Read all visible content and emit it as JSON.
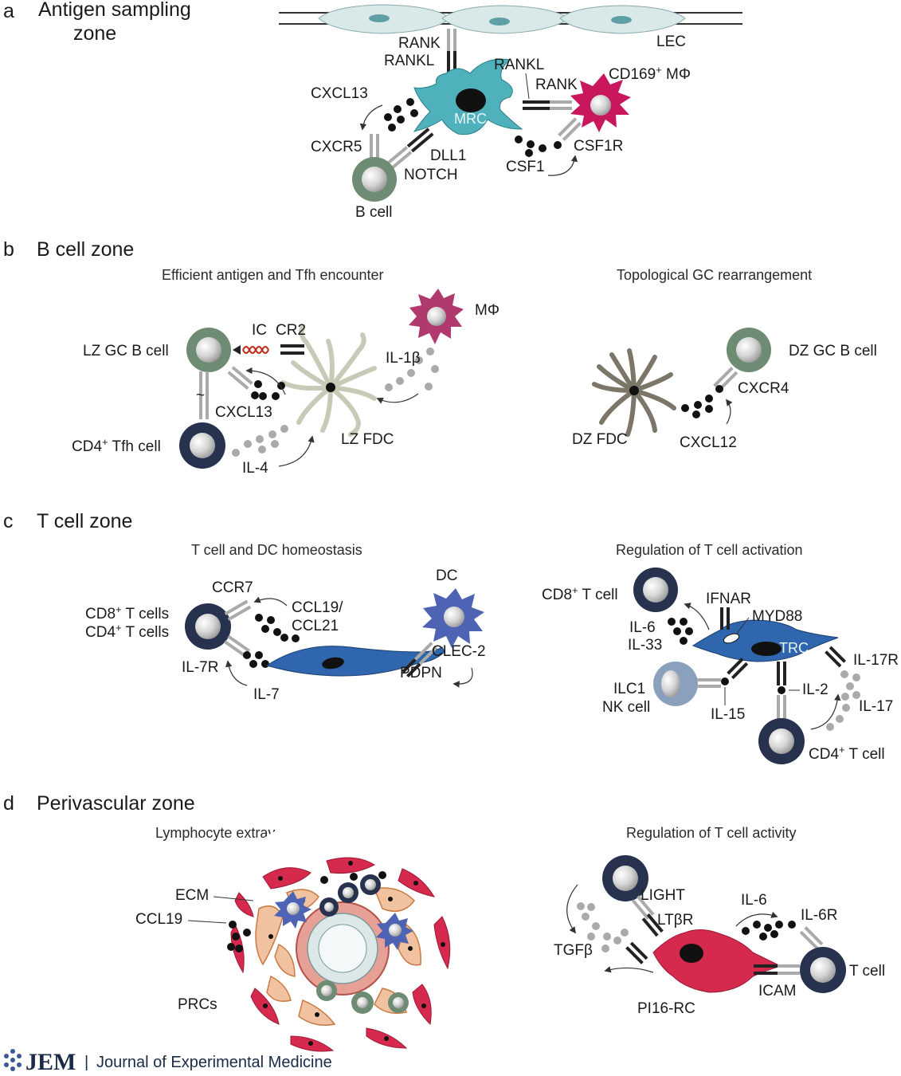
{
  "panels": {
    "a": {
      "letter": "a",
      "title": "Antigen sampling",
      "title2": "zone"
    },
    "b": {
      "letter": "b",
      "title": "B cell zone",
      "left_sub": "Efficient antigen and Tfh encounter",
      "right_sub": "Topological GC rearrangement"
    },
    "c": {
      "letter": "c",
      "title": "T cell zone",
      "left_sub": "T cell and DC homeostasis",
      "right_sub": "Regulation of T cell activation"
    },
    "d": {
      "letter": "d",
      "title": "Perivascular zone",
      "left_sub": "Lymphocyte extravasation into SLOs",
      "right_sub": "Regulation of T cell activity"
    }
  },
  "a_labels": {
    "rank": "RANK",
    "rankl": "RANKL",
    "lec": "LEC",
    "rankl2": "RANKL",
    "rank2": "RANK",
    "cd169": "CD169",
    "plus": "+",
    "mphi": " MΦ",
    "cxcl13": "CXCL13",
    "mrc": "MRC",
    "cxcr5": "CXCR5",
    "dll1": "DLL1",
    "notch": "NOTCH",
    "csf1": "CSF1",
    "csf1r": "CSF1R",
    "bcell": "B cell"
  },
  "b_labels": {
    "mphi": "MΦ",
    "ic": "IC",
    "cr2": "CR2",
    "lzgc": "LZ GC B cell",
    "il1b": "IL-1β",
    "cxcl13": "CXCL13",
    "cd4": "CD4",
    "plus": "+",
    "tfh": " Tfh cell",
    "lzfdc": "LZ FDC",
    "il4": "IL-4",
    "tilde": "~",
    "dzgc": "DZ GC B cell",
    "cxcr4": "CXCR4",
    "dzfdc": "DZ FDC",
    "cxcl12": "CXCL12"
  },
  "c_labels": {
    "ccr7": "CCR7",
    "dc": "DC",
    "cd8": "CD8",
    "plus": "+",
    "tcells1": " T cells",
    "cd4": "CD4",
    "tcells2": " T cells",
    "ccl19": "CCL19/",
    "ccl21": "CCL21",
    "il7r": "IL-7R",
    "il7": "IL-7",
    "clec2": "CLEC-2",
    "pdpn": "PDPN",
    "cd8r": "CD8",
    "tcellr": " T cell",
    "ifnar": "IFNAR",
    "myd88": "MYD88",
    "il6": "IL-6",
    "il33": "IL-33",
    "trc": "TRC",
    "il17r": "IL-17R",
    "ilc1": "ILC1",
    "nk": "NK cell",
    "il15": "IL-15",
    "il2": "IL-2",
    "il17": "IL-17",
    "cd4r": "CD4",
    "tcell4": " T cell"
  },
  "d_labels": {
    "ecm": "ECM",
    "ccl19": "CCL19",
    "prcs": "PRCs",
    "light": "LIGHT",
    "ltbr": "LTβR",
    "il6": "IL-6",
    "il6r": "IL-6R",
    "tgfb": "TGFβ",
    "tcell": "T cell",
    "icam": "ICAM",
    "pi16": "PI16-RC"
  },
  "footer": {
    "logo": "JEM",
    "bar": "|",
    "journal": "Journal of Experimental Medicine"
  },
  "colors": {
    "bcell": "#6e8c74",
    "tcell": "#27324f",
    "mrc": "#4fb1bc",
    "macrophage_a": "#c8175d",
    "macrophage_b": "#b03a6e",
    "dc": "#4e63b4",
    "trc": "#2f66ad",
    "fdc_light": "#c9c9b8",
    "fdc_dark": "#7b7668",
    "lec": "#d9e8e8",
    "red_stromal": "#d6294e",
    "ilc": "#8ba0bd",
    "ecm": "#e8a77b"
  }
}
